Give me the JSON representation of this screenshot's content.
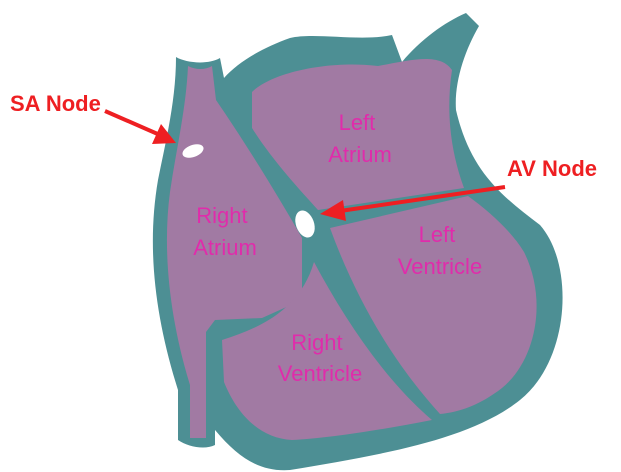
{
  "colors": {
    "wall": "#4d8f94",
    "chamber": "#a17aa3",
    "label": "#e02cab",
    "callout": "#ee1f22",
    "node": "#ffffff"
  },
  "callouts": {
    "sa_node": "SA Node",
    "av_node": "AV Node"
  },
  "chambers": {
    "left_atrium": [
      "Left",
      "Atrium"
    ],
    "right_atrium": [
      "Right",
      "Atrium"
    ],
    "left_ventricle": [
      "Left",
      "Ventricle"
    ],
    "right_ventricle": [
      "Right",
      "Ventricle"
    ]
  }
}
